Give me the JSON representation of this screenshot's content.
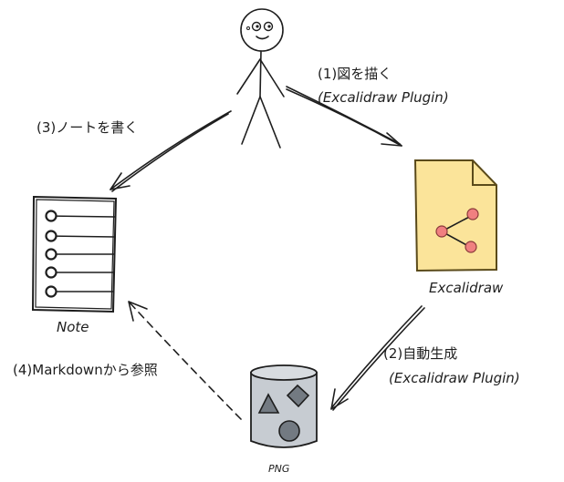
{
  "labels": {
    "step1_line1": "(1)図を描く",
    "step1_line2": "(Excalidraw Plugin)",
    "step2_line1": "(2)自動生成",
    "step2_line2": "(Excalidraw Plugin)",
    "step3": "(3)ノートを書く",
    "step4": "(4)Markdownから参照",
    "note": "Note",
    "excalidraw": "Excalidraw",
    "png": "PNG"
  },
  "icons": {
    "person": "stick-figure-icon",
    "note": "notebook-icon",
    "excalidraw_file": "document-file-icon",
    "png_storage": "cylinder-storage-icon"
  },
  "colors": {
    "stroke": "#1e1e1e",
    "file_fill": "#fbe49a",
    "file_stroke": "#5a4a1a",
    "node_fill": "#f08080",
    "cylinder_fill": "#c7ccd2",
    "shape_fill": "#737a82",
    "note_fill": "#ffffff"
  }
}
